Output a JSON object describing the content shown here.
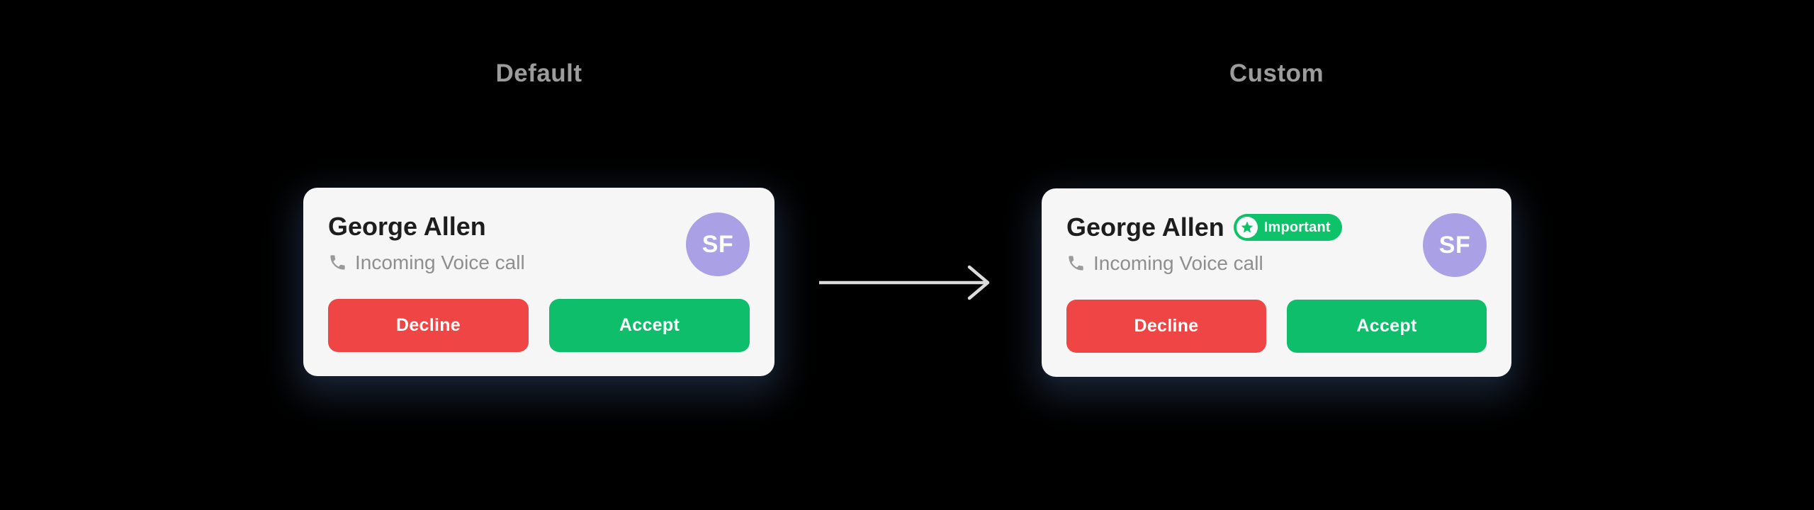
{
  "page": {
    "background_color": "#000000"
  },
  "panels": [
    {
      "title": "Default",
      "card": {
        "name": "George Allen",
        "call_status": "Incoming Voice call",
        "call_status_icon": "phone-receiver-icon",
        "avatar_initials": "SF",
        "buttons": [
          {
            "label": "Decline",
            "color": "#ef4545"
          },
          {
            "label": "Accept",
            "color": "#0ebe6b"
          }
        ]
      }
    },
    {
      "title": "Custom",
      "card": {
        "name": "George Allen",
        "badge": {
          "label": "Important",
          "icon": "star-icon",
          "background_color": "#0dc268",
          "icon_circle_color": "#ffffff"
        },
        "call_status": "Incoming Voice call",
        "call_status_icon": "phone-receiver-icon",
        "avatar_initials": "SF",
        "buttons": [
          {
            "label": "Decline",
            "color": "#ef4545"
          },
          {
            "label": "Accept",
            "color": "#0ebe6b"
          }
        ]
      }
    }
  ],
  "arrow": {
    "icon": "arrow-right-icon",
    "color": "#dcdcdc"
  },
  "colors": {
    "card_background": "#f6f6f6",
    "name_text": "#1d1d1d",
    "subtitle_text": "#8e8e8e",
    "subtitle_icon": "#9a9a9a",
    "section_title_text": "#9c9c9c",
    "avatar_background": "#a9a0e6",
    "avatar_text": "#ffffff",
    "decline_button": "#ef4545",
    "accept_button": "#0ebe6b",
    "badge_background": "#0dc268"
  }
}
